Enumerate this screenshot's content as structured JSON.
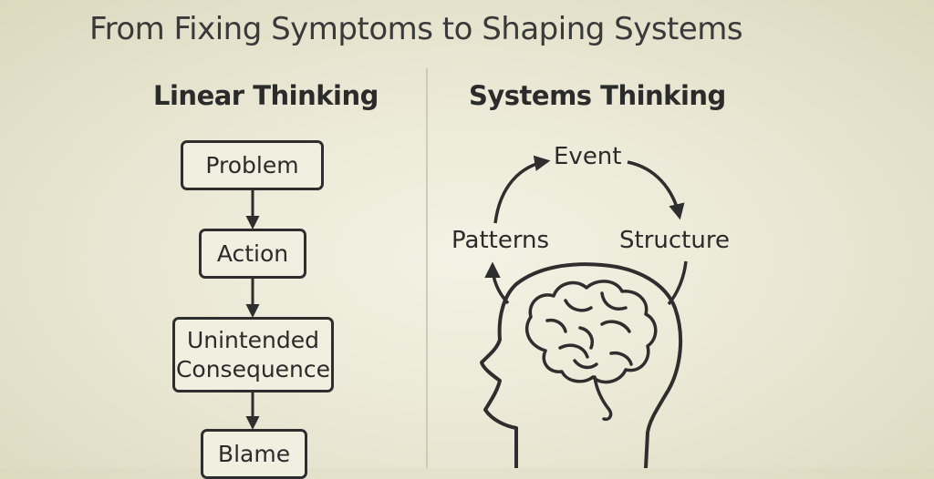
{
  "title": "From Fixing Symptoms to Shaping Systems",
  "linear": {
    "heading": "Linear Thinking",
    "steps": {
      "problem": "Problem",
      "action": "Action",
      "unintended_line1": "Unintended",
      "unintended_line2": "Consequence",
      "blame": "Blame"
    }
  },
  "systems": {
    "heading": "Systems Thinking",
    "cycle": {
      "event": "Event",
      "structure": "Structure",
      "patterns": "Patterns"
    },
    "icon": "head-with-brain-icon"
  },
  "colors": {
    "background": "#ebe9d6",
    "ink": "#2b2b2b",
    "box_fill": "#f1efe0"
  }
}
